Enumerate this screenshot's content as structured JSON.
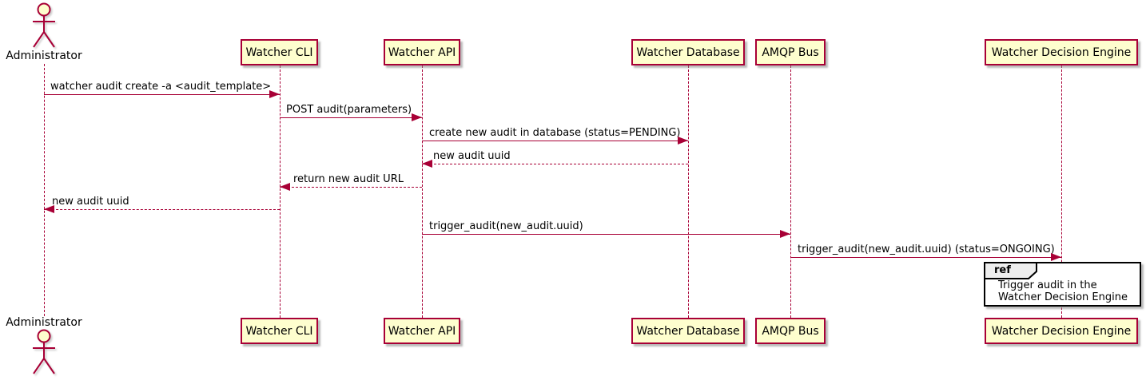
{
  "diagram": {
    "type": "uml-sequence-diagram",
    "actor": {
      "name": "Administrator"
    },
    "participants": [
      {
        "name": "Watcher CLI"
      },
      {
        "name": "Watcher API"
      },
      {
        "name": "Watcher Database"
      },
      {
        "name": "AMQP Bus"
      },
      {
        "name": "Watcher Decision Engine"
      }
    ],
    "messages": [
      {
        "text": "watcher audit create -a <audit_template>",
        "from": "Administrator",
        "to": "Watcher CLI",
        "line": "solid"
      },
      {
        "text": "POST audit(parameters)",
        "from": "Watcher CLI",
        "to": "Watcher API",
        "line": "solid"
      },
      {
        "text": "create new audit in database (status=PENDING)",
        "from": "Watcher API",
        "to": "Watcher Database",
        "line": "solid"
      },
      {
        "text": "new audit uuid",
        "from": "Watcher Database",
        "to": "Watcher API",
        "line": "dashed"
      },
      {
        "text": "return new audit URL",
        "from": "Watcher API",
        "to": "Watcher CLI",
        "line": "dashed"
      },
      {
        "text": "new audit uuid",
        "from": "Watcher CLI",
        "to": "Administrator",
        "line": "dashed"
      },
      {
        "text": "trigger_audit(new_audit.uuid)",
        "from": "Watcher API",
        "to": "AMQP Bus",
        "line": "solid"
      },
      {
        "text": "trigger_audit(new_audit.uuid) (status=ONGOING)",
        "from": "AMQP Bus",
        "to": "Watcher Decision Engine",
        "line": "solid"
      }
    ],
    "ref": {
      "label": "ref",
      "lines": [
        "Trigger audit in the",
        "Watcher Decision Engine"
      ]
    },
    "colors": {
      "participant_fill": "#FEFECE",
      "participant_border": "#A80036",
      "line": "#A80036",
      "text": "#000000",
      "ref_border": "#000000",
      "ref_tab_fill": "#EEEEEE",
      "background": "#FFFFFF"
    }
  }
}
